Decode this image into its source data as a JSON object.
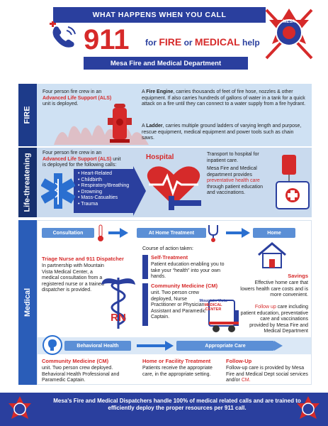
{
  "header": {
    "banner": "WHAT HAPPENS WHEN YOU CALL",
    "number": "911",
    "for_word": "for",
    "fire_word": "FIRE",
    "or_word": "or",
    "medical_word": "MEDICAL",
    "help_word": "help",
    "department": "Mesa Fire and Medical Department",
    "logo_text": "MESA"
  },
  "fire": {
    "tab": "FIRE",
    "crew_line1": "Four person fire crew in an",
    "crew_als": "Advanced Life Support (ALS)",
    "crew_line2": "unit is deployed.",
    "engine_prefix": "A",
    "engine_bold": "Fire Engine",
    "engine_text": ", carries thousands of feet of fire hose, nozzles & other equipment. If also carries hundreds of gallons of water in a tank for a quick attack on a fire until they can connect to a water supply from a fire hydrant.",
    "ladder_prefix": "A",
    "ladder_bold": "Ladder",
    "ladder_text": ", carries multiple ground ladders of varying length and purpose, rescue equipment, medical equipment and power tools such as chain saws."
  },
  "life": {
    "tab": "Life-threatening",
    "crew_line1": "Four person fire crew in an",
    "crew_als": "Advanced Life Support (ALS)",
    "crew_line2": "unit",
    "crew_line3": "is deployed for the following calls:",
    "calls": [
      "Heart-Related",
      "Childbirth",
      "Respiratory/Breathing",
      "Drowning",
      "Mass-Casualties",
      "Trauma"
    ],
    "hospital_label": "Hospital",
    "transport": "Transport to hospital for inpatient care.",
    "dept_line": "Mesa Fire and Medical department provides",
    "preventative": "preventative health care",
    "preventative_tail": "through patient education and vaccinations."
  },
  "medical": {
    "tab": "Medical",
    "consultation": "Consultation",
    "at_home": "At Home Treatment",
    "home": "Home",
    "course": "Course of action taken:",
    "triage_title": "Triage Nurse and 911 Dispatcher",
    "triage_text": "In partnership with Mountain Vista Medical Center, a medical consultation from a registered nurse or a trained dispatcher is provided.",
    "rn": "RN",
    "self_title": "Self-Treatment",
    "self_text": "Patient education enabling you to take your “health” into your own hands.",
    "cm_title": "Community Medicine (CM)",
    "cm_text": "unit. Two person crew deployed, Nurse Practitioner or Physician Assistant and Paramedic Captain.",
    "vista_logo": "Mountain Vista",
    "vista_sub": "MEDICAL CENTER",
    "savings_title": "Savings",
    "savings_text": "Effective home care that lowers health care costs and is more convenient.",
    "followup_lead": "Follow up",
    "followup_text": "care including patient education, preventative care and vaccinations provided by Mesa Fire and Medical Department",
    "behavioral": "Behavioral Health",
    "appropriate": "Appropriate Care",
    "cm2_title": "Community Medicine (CM)",
    "cm2_text": "unit. Two person crew deployed. Behavioral Health Professional and Paramedic Captain.",
    "facility_title": "Home or Facility Treatment",
    "facility_text": "Patients receive the appropriate care, in the appropriate setting.",
    "fu_title": "Follow-Up",
    "fu_text": "Follow-up care is provided by Mesa Fire and Medical Dept social services and/or",
    "fu_cm": "CM."
  },
  "footer": {
    "text": "Mesa's Fire and Medical Dispatchers handle 100% of medical related calls and are trained to efficiently deploy the proper resources per 911 call."
  },
  "colors": {
    "navy": "#2a3f9e",
    "red": "#d62a2a",
    "light_blue": "#cfe1f3"
  }
}
